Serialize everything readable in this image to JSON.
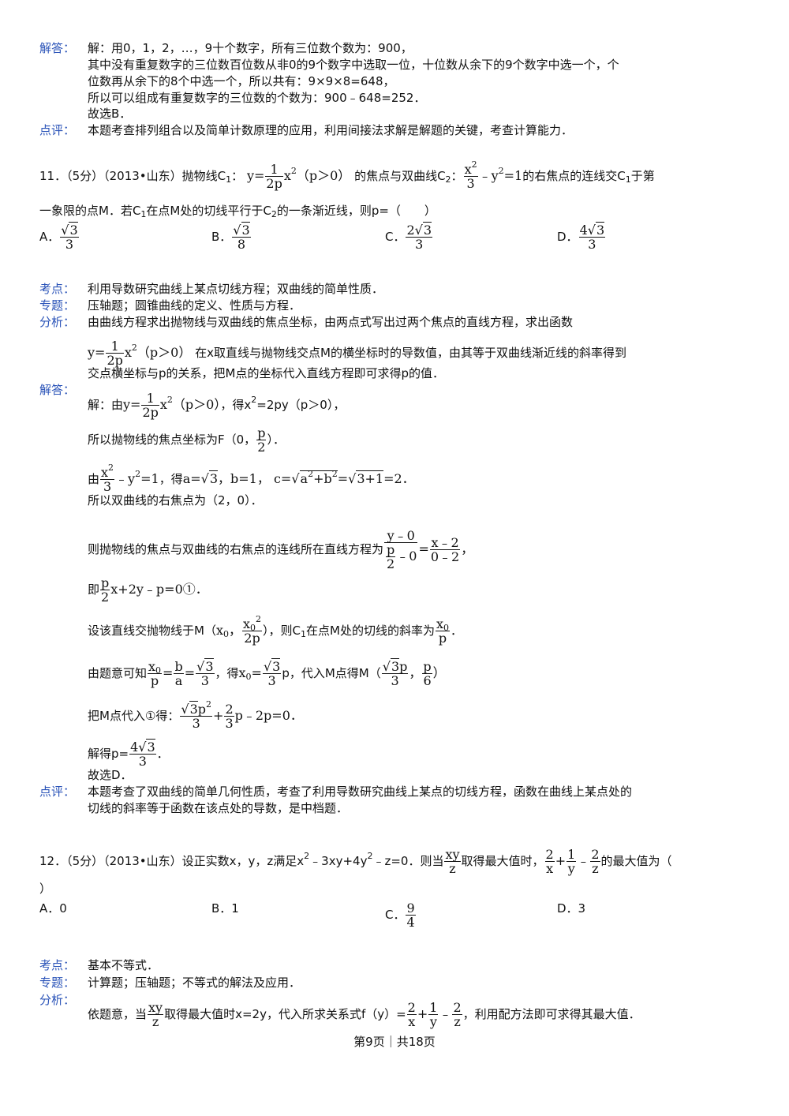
{
  "labels": {
    "answer": "解答：",
    "comment": "点评：",
    "kaodian": "考点：",
    "zhuanti": "专题：",
    "fenxi": "分析："
  },
  "q10": {
    "a1": "解：用0，1，2，…，9十个数字，所有三位数个数为：900，",
    "a2": "其中没有重复数字的三位数百位数从非0的9个数字中选取一位，十位数从余下的9个数字中选一个，个",
    "a3": "位数再从余下的8个中选一个，所以共有：9×9×8=648，",
    "a4": "所以可以组成有重复数字的三位数的个数为：900﹣648=252．",
    "a5": "故选B．",
    "comment": "本题考查排列组合以及简单计数原理的应用，利用间接法求解是解题的关键，考查计算能力．"
  },
  "q11": {
    "head": "11．（5分）（2013•山东）抛物线C",
    "head_b": "：",
    "mid": "的焦点与双曲线C",
    "tail": "的右焦点的连线交C",
    "tail2": "于第",
    "line2": "一象限的点M．若C",
    "line2b": "在点M处的切线平行于C",
    "line2c": "的一条渐近线，则p=（　　）",
    "optA": "A．",
    "optB": "B．",
    "optC": "C．",
    "optD": "D．",
    "kaodian": "利用导数研究曲线上某点切线方程；双曲线的简单性质．",
    "zhuanti": "压轴题；圆锥曲线的定义、性质与方程．",
    "fenxi1": "由曲线方程求出抛物线与双曲线的焦点坐标，由两点式写出过两个焦点的直线方程，求出函数",
    "fenxi2": "在x取直线与抛物线交点M的横坐标时的导数值，由其等于双曲线渐近线的斜率得到",
    "fenxi3": "交点横坐标与p的关系，把M点的坐标代入直线方程即可求得p的值．",
    "s1a": "解：由",
    "s1b": "，得x",
    "s1c": "=2py（p＞0），",
    "s2": "所以抛物线的焦点坐标为F（0，",
    "s2b": "）．",
    "s3a": "由",
    "s3b": "，得",
    "s4": "所以双曲线的右焦点为（2，0）．",
    "s5": "则抛物线的焦点与双曲线的右焦点的连线所在直线方程为",
    "s6a": "即",
    "s6b": "x+2y﹣p=0①．",
    "s7a": "设该直线交抛物线于M（",
    "s7b": "），则C",
    "s7c": "在点M处的切线的斜率为",
    "s8a": "由题意可知",
    "s8b": "，得",
    "s8c": "p，代入M点得M（",
    "s9a": "把M点代入①得：",
    "s9b": "p﹣2p=0．",
    "s10a": "解得p=",
    "s11": "故选D．",
    "comment1": "本题考查了双曲线的简单几何性质，考查了利用导数研究曲线上某点的切线方程，函数在曲线上某点处的",
    "comment2": "切线的斜率等于函数在该点处的导数，是中档题．"
  },
  "q12": {
    "head": "12．（5分）（2013•山东）设正实数x，y，z满足x",
    "head2": "﹣3xy+4y",
    "head3": "﹣z=0．则当",
    "head4": "取得最大值时，",
    "head5": "的最大值为（",
    "line2": "）",
    "optA": "A．0",
    "optB": "B．1",
    "optC": "C．",
    "optD": "D．3",
    "kaodian": "基本不等式．",
    "zhuanti": "计算题；压轴题；不等式的解法及应用．",
    "fenxi_a": "依题意，当",
    "fenxi_b": "取得最大值时x=2y，代入所求关系式f（y）=",
    "fenxi_c": "，利用配方法即可求得其最大值．"
  },
  "footer": "第9页｜共18页"
}
